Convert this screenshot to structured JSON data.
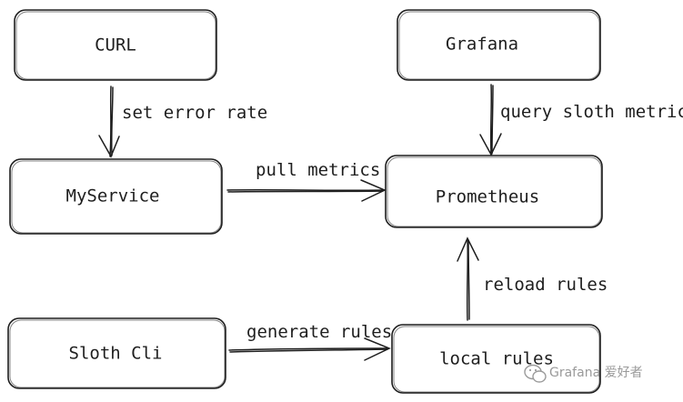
{
  "nodes": {
    "curl": "CURL",
    "grafana": "Grafana",
    "myservice": "MyService",
    "prometheus": "Prometheus",
    "sloth_cli": "Sloth Cli",
    "local_rules": "local rules"
  },
  "edges": {
    "set_error_rate": "set error rate",
    "query_sloth_metrics": "query sloth metrics",
    "pull_metrics": "pull metrics",
    "reload_rules": "reload rules",
    "generate_rules": "generate rules"
  },
  "watermark": {
    "text": "Grafana 爱好者",
    "icon": "wechat-icon"
  }
}
